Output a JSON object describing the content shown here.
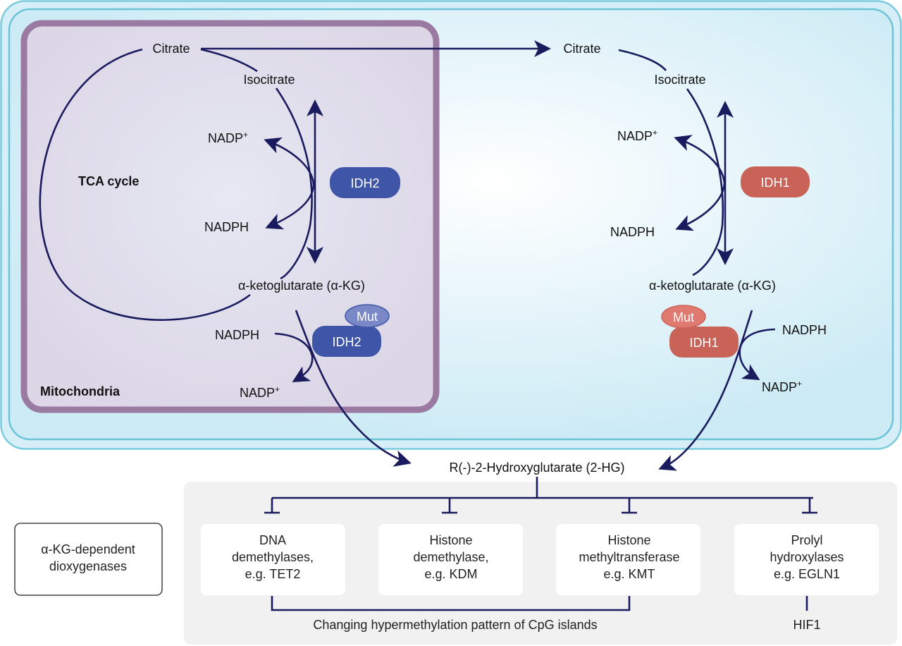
{
  "compartments": {
    "cytoplasm_color": "#cdebf5",
    "cytoplasm_border": "#6cc3d8",
    "mitochondria_label": "Mitochondria",
    "mitochondria_fill": "#dcd8e6",
    "mitochondria_border": "#9a7aa0",
    "tca_label": "TCA cycle"
  },
  "mito": {
    "citrate": "Citrate",
    "isocitrate": "Isocitrate",
    "nadp_plus": "NADP",
    "nadph": "NADPH",
    "akg": "α-ketoglutarate (α-KG)",
    "enzyme": "IDH2",
    "mut_enzyme": "IDH2",
    "mut": "Mut",
    "mut_nadph": "NADPH",
    "mut_nadp_plus": "NADP"
  },
  "cyto": {
    "citrate": "Citrate",
    "isocitrate": "Isocitrate",
    "nadp_plus": "NADP",
    "nadph": "NADPH",
    "akg": "α-ketoglutarate (α-KG)",
    "enzyme": "IDH1",
    "mut_enzyme": "IDH1",
    "mut": "Mut",
    "mut_nadph": "NADPH",
    "mut_nadp_plus": "NADP"
  },
  "plus_sign": "+",
  "colors": {
    "idh2": "#3f56a8",
    "idh2_mut": "#7a88c8",
    "idh1": "#c96358",
    "idh1_mut": "#e07a70",
    "arrow": "#1a1a5e",
    "panel": "#f1f1f1"
  },
  "product": "R(-)-2-Hydroxyglutarate (2-HG)",
  "legend_box": [
    "α-KG-dependent",
    "dioxygenases"
  ],
  "targets": [
    {
      "lines": [
        "DNA",
        "demethylases,",
        "e.g. TET2"
      ]
    },
    {
      "lines": [
        "Histone",
        "demethylase,",
        "e.g. KDM"
      ]
    },
    {
      "lines": [
        "Histone",
        "methyltransferase",
        "e.g. KMT"
      ]
    },
    {
      "lines": [
        "Prolyl",
        "hydroxylases",
        "e.g. EGLN1"
      ]
    }
  ],
  "outcome_cpg": "Changing hypermethylation pattern of CpG islands",
  "outcome_hif": "HIF1"
}
